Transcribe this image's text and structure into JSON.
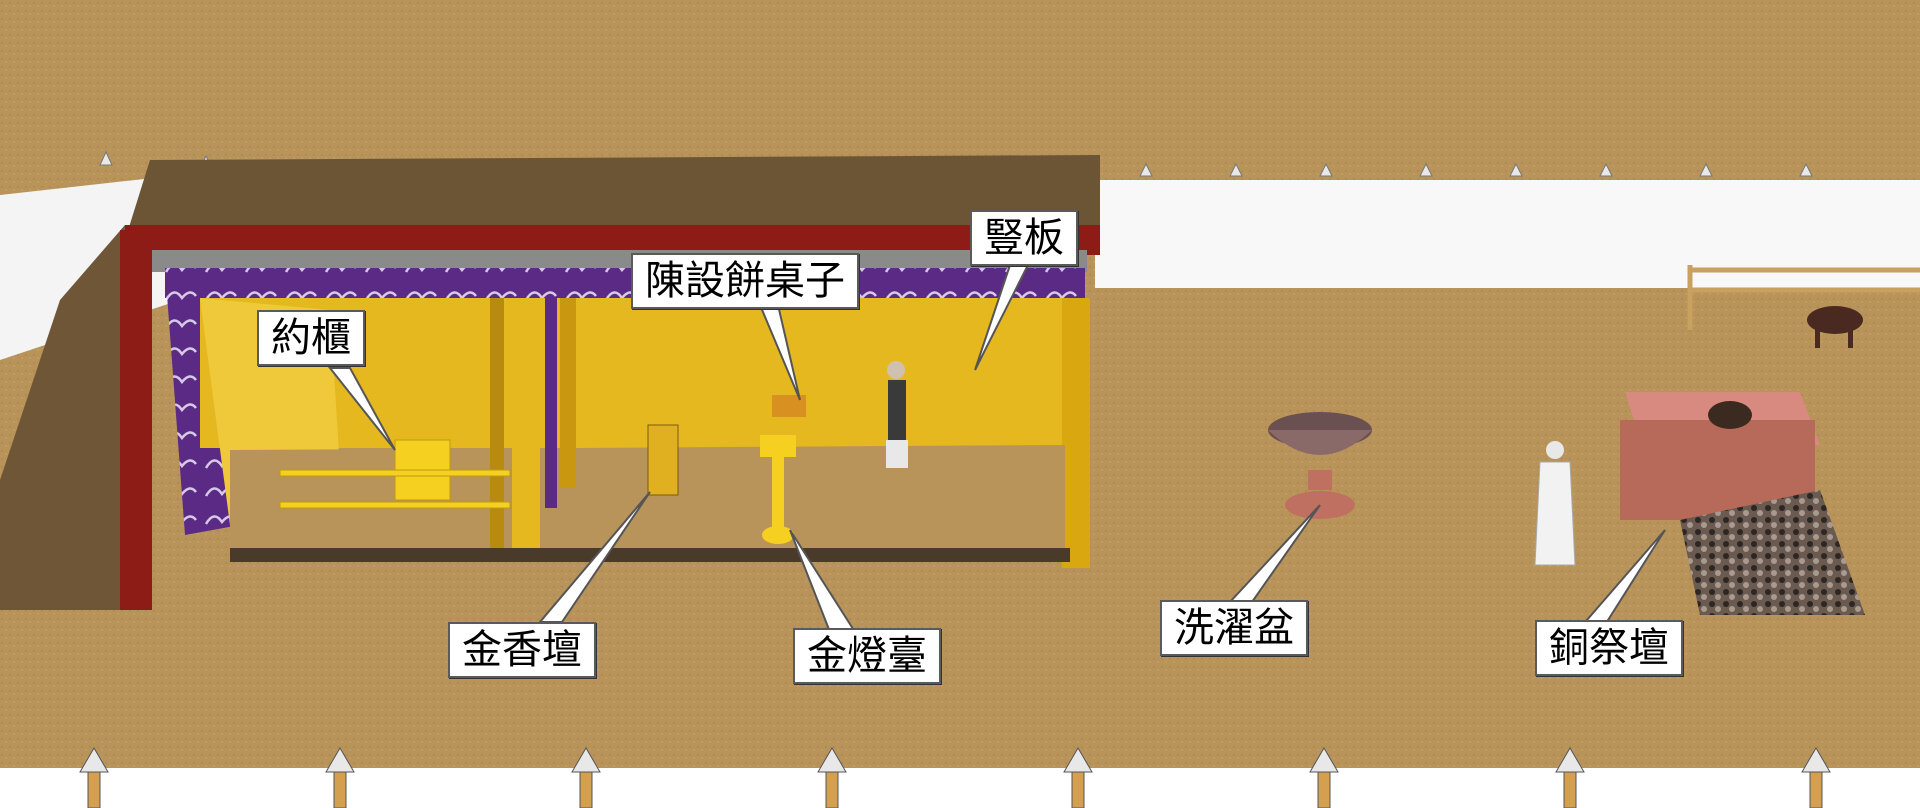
{
  "labels": {
    "ark": "約櫃",
    "table_showbread": "陳設餅桌子",
    "boards": "豎板",
    "incense_altar": "金香壇",
    "lampstand": "金燈臺",
    "laver": "洗濯盆",
    "bronze_altar": "銅祭壇"
  },
  "colors": {
    "ground": "#b8935a",
    "roof": "#6b5535",
    "tent_red": "#8e1c16",
    "gold_wall": "#e6b820",
    "purple_veil": "#5a2a85",
    "curtain": "#ffffff",
    "bronze": "#b86a5a"
  }
}
